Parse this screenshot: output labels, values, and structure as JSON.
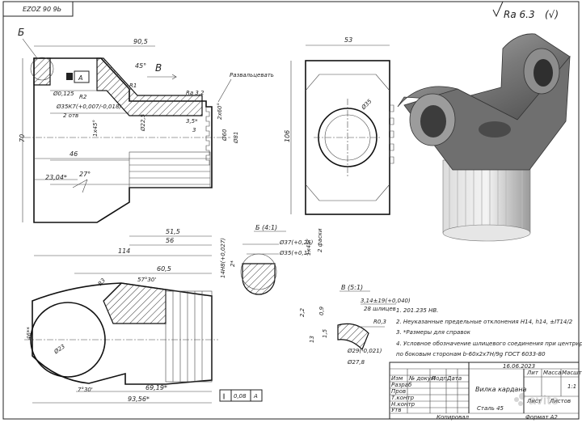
{
  "stamp": {
    "rotated_code": "ЕZОZ 90 9Ь"
  },
  "roughness": {
    "symbol": "Ra 6.3",
    "suffix": "(√)"
  },
  "view_labels": {
    "section_b": "Б",
    "arrow_v": "В"
  },
  "main_dims": {
    "d1": "90,5",
    "d2": "46",
    "d3": "23,04*",
    "d4": "51,5",
    "d5": "56",
    "d6": "114",
    "angle45": "45°",
    "angle27": "27°",
    "r1": "R1",
    "r2": "R2",
    "ra32": "Ra 3,2",
    "razvalc": "Развальцевать",
    "hole": "Ø35К7(+0,007/-0,018)",
    "holes2": "2 отв",
    "len70": "70",
    "d22": "Ø22,5",
    "d60": "Ø60",
    "d81": "Ø81",
    "ch35": "3,5*",
    "n3": "3",
    "ch2x60": "2х60°",
    "ch1x45": "1х45°",
    "tol125": "Ø0,125"
  },
  "top_right_dims": {
    "w53": "53",
    "h106": "106",
    "d35": "Ø35"
  },
  "detail_b": {
    "title": "Б (4:1)",
    "d37": "Ø37(+0,25)",
    "d35": "Ø35(+0,1)",
    "h14": "14Н8(+0,027)",
    "v2": "2*",
    "v1x45": "1х45°",
    "v2fas": "2 фаски"
  },
  "detail_v": {
    "title": "В (5:1)",
    "t3": "3,14±19(+0,040)",
    "t28": "28 шлицев",
    "r03": "R0,3",
    "d29": "Ø29(-0,021)",
    "d278": "Ø27,8",
    "v22": "2,2",
    "v09": "0,9",
    "v13": "13",
    "v15": "1,5"
  },
  "bottom_dims": {
    "d605": "60,5",
    "chr": "R3",
    "ang57": "57°30'",
    "d23": "Ø23",
    "d46": "46**",
    "ang7": "7°30'",
    "d6919": "69,19*",
    "d9356": "93,56*",
    "tol": "0,08",
    "datum": "А"
  },
  "notes": [
    "1. 201.235 НВ.",
    "2. Неуказанные предельные отклонения Н14, h14, ±IТ14/2",
    "3. *Размеры для справок",
    "4. Условное обозначение шлицевого соединения при центрировании",
    "по боковым сторонам b-60х2х7H/9g ГОСТ 6033-80"
  ],
  "title_block": {
    "date": "16.06.2023",
    "part_name": "Вилка кардана",
    "material": "Сталь 45",
    "lit_header": "Лит",
    "mass_header": "Масса",
    "scale_header": "Масштаб",
    "scale": "1:1",
    "rows": [
      "Изм",
      "Разраб",
      "Пров",
      "Т.контр",
      "Н.контр",
      "Утв"
    ],
    "cols": [
      "№ докум",
      "Подп",
      "Дата"
    ],
    "sheet": "Лист",
    "sheets": "Листов",
    "copied": "Копировал",
    "format": "Формат А2"
  },
  "watermark": "avito"
}
